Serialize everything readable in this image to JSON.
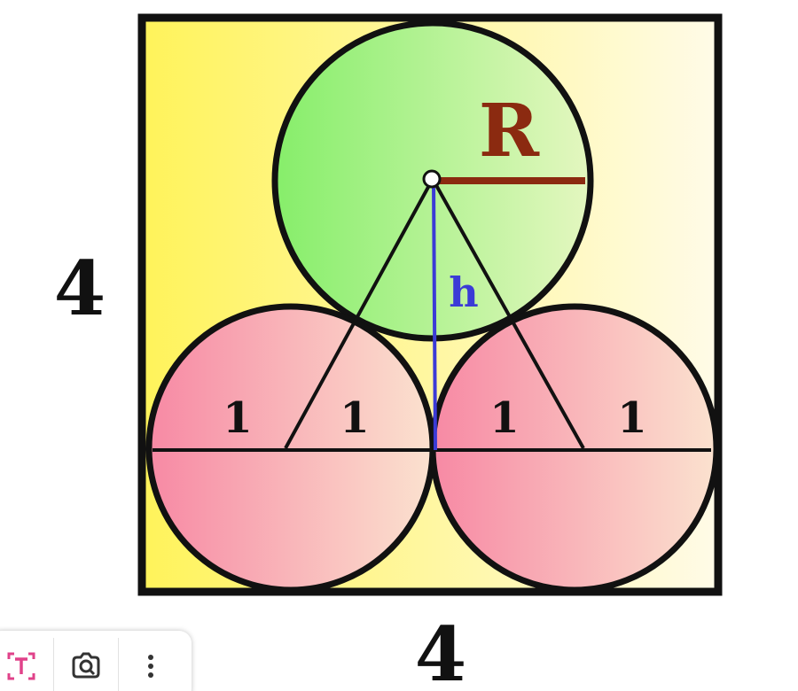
{
  "diagram": {
    "square_side_left_label": "4",
    "square_side_bottom_label": "4",
    "radius_label": "R",
    "height_label": "h",
    "segment_labels": [
      "1",
      "1",
      "1",
      "1"
    ]
  },
  "colors": {
    "outline": "#111111",
    "height_line": "#3b3bd6",
    "height_text": "#3b3bd6",
    "radius_line": "#8b2a10",
    "radius_text": "#8b2a10",
    "background_left": "#fff35a",
    "background_right": "#fffbe8",
    "top_circle_left": "#86ee6a",
    "top_circle_right": "#e4f7c0",
    "bottom_circle_left": "#f789a4",
    "bottom_circle_right": "#fbe2cf"
  },
  "toolbar": {
    "icons": [
      "text-recognition-icon",
      "lens-icon",
      "more-options-icon"
    ]
  }
}
